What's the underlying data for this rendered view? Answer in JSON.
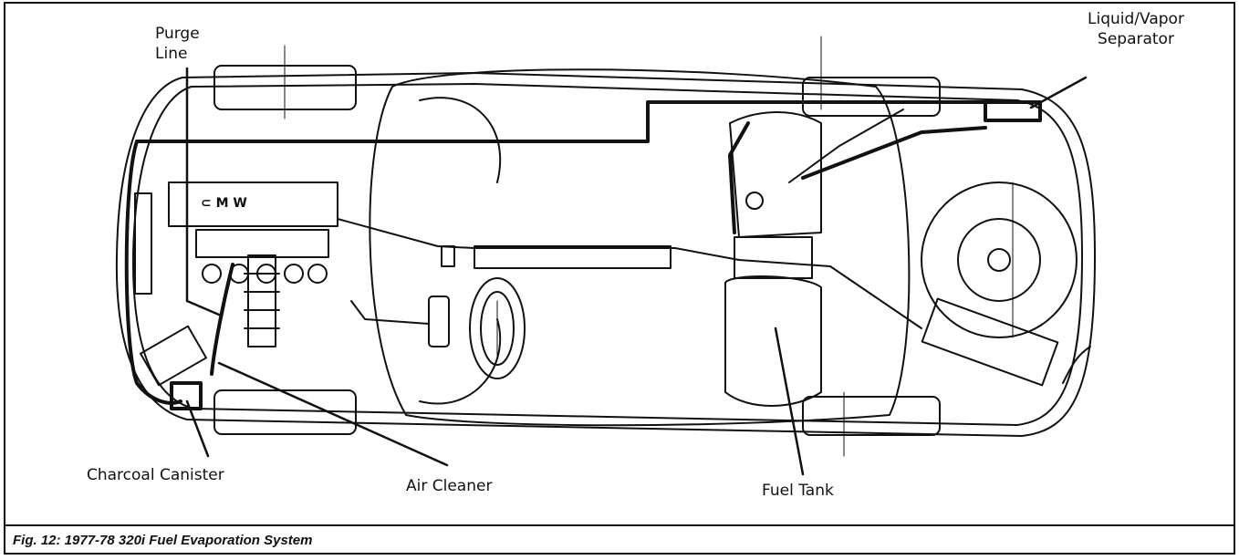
{
  "labels": {
    "purge_line": [
      "Purge",
      "Line"
    ],
    "separator": [
      "Liquid/Vapor",
      "Separator"
    ],
    "charcoal_canister": "Charcoal Canister",
    "air_cleaner": "Air Cleaner",
    "fuel_tank": "Fuel Tank"
  },
  "engine_stamp": "⊂ M W",
  "caption": "Fig. 12:  1977-78 320i Fuel Evaporation System"
}
